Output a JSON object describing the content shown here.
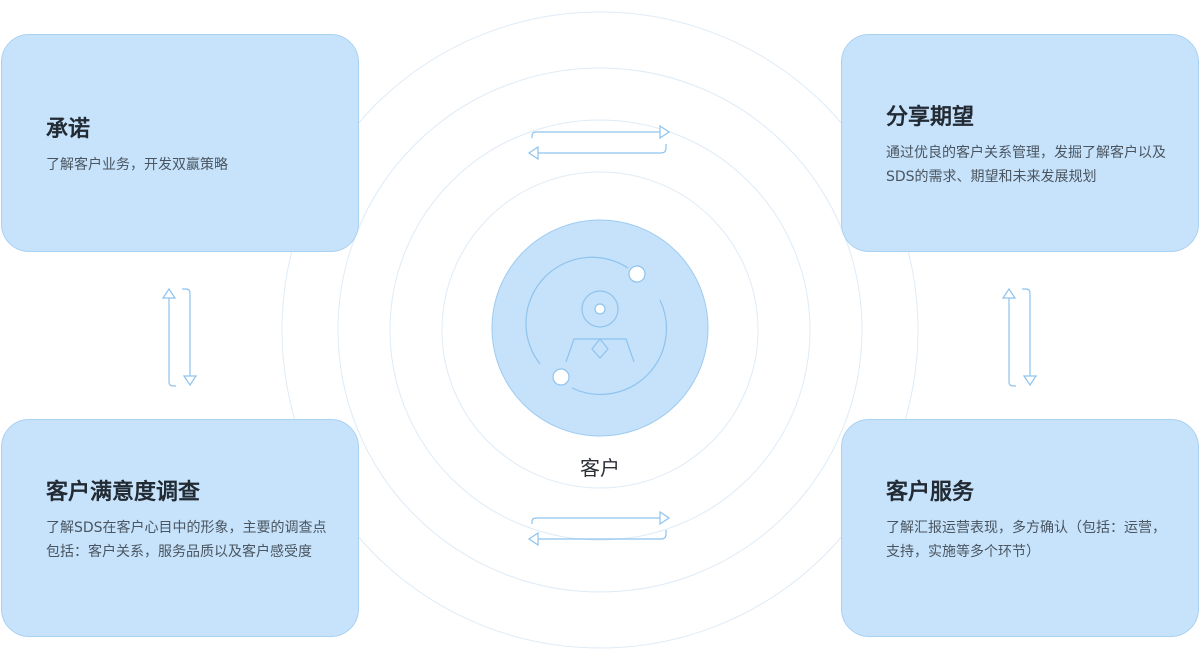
{
  "center": {
    "label": "客户",
    "icon": "customer-orbit-icon"
  },
  "cards": {
    "commitment": {
      "title": "承诺",
      "description": "了解客户业务，开发双赢策略"
    },
    "share_expectations": {
      "title": "分享期望",
      "description": "通过优良的客户关系管理，发掘了解客户以及SDS的需求、期望和未来发展规划"
    },
    "satisfaction_survey": {
      "title": "客户满意度调查",
      "description": "了解SDS在客户心目中的形象，主要的调查点包括：客户关系，服务品质以及客户感受度"
    },
    "customer_service": {
      "title": "客户服务",
      "description": "了解汇报运营表现，多方确认（包括：运营，支持，实施等多个环节）"
    }
  },
  "colors": {
    "card_fill": "#c7e3fb",
    "card_border": "#a9d1f2",
    "accent": "#6fb3ee",
    "ring": "#dbe9f5"
  },
  "icons": [
    "bidirectional-arrow-icon",
    "customer-orbit-icon"
  ]
}
